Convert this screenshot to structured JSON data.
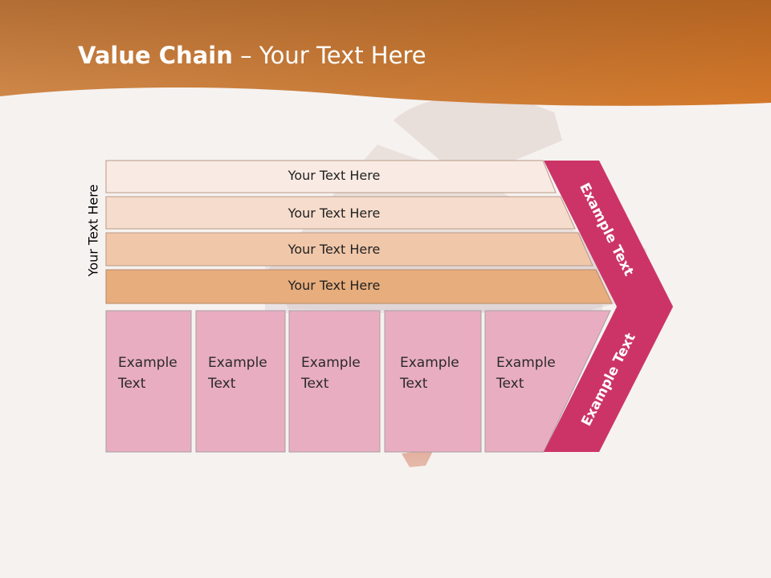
{
  "slide": {
    "title_bold": "Value Chain",
    "title_rest": " – Your Text Here",
    "side_label": "Your Text Here"
  },
  "bars": [
    "Your Text Here",
    "Your Text Here",
    "Your Text Here",
    "Your Text Here"
  ],
  "boxes": [
    [
      "Example",
      "Text"
    ],
    [
      "Example",
      "Text"
    ],
    [
      "Example",
      "Text"
    ],
    [
      "Example",
      "Text"
    ],
    [
      "Example",
      "Text"
    ]
  ],
  "arrow": {
    "upper_label": "Example Text",
    "lower_label": "Example Text"
  },
  "colors": {
    "header_orange": "#d97b2a",
    "bar_1": "#f9ebe3",
    "bar_2": "#f6dccc",
    "bar_3": "#f1c7aa",
    "bar_4": "#e7ad7c",
    "box_pink": "#e9adc1",
    "arrow_magenta": "#cc3468"
  }
}
